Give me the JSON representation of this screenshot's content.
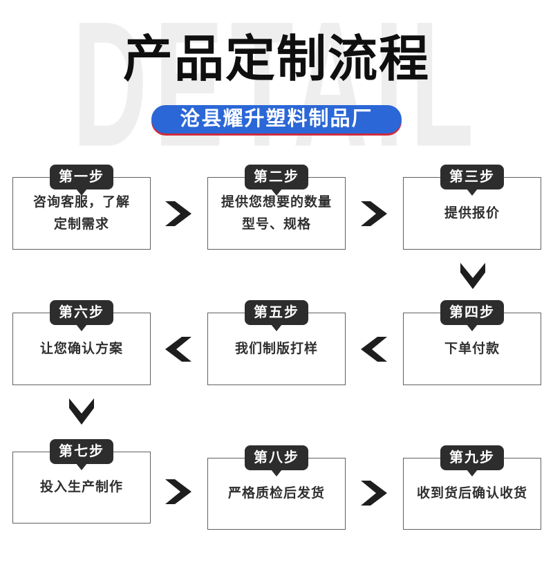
{
  "header": {
    "watermark": "DETAIL",
    "title": "产品定制流程",
    "factory_name": "沧县耀升塑料制品厂"
  },
  "colors": {
    "accent_blue": "#2b67d6",
    "accent_red": "#cf2b3c",
    "badge_dark": "#2d2d2d",
    "arrow_dark": "#1e1e1e",
    "box_border": "#5f5f5f",
    "box_text": "#2f2f2f",
    "title_black": "#0f0f0f",
    "watermark_gray": "#eeeeee"
  },
  "icons": {
    "arrow_right": "chevron-right",
    "arrow_left": "chevron-left",
    "arrow_down": "chevron-down"
  },
  "steps": [
    {
      "badge": "第一步",
      "lines": [
        "咨询客服，了解",
        "定制需求"
      ]
    },
    {
      "badge": "第二步",
      "lines": [
        "提供您想要的数量",
        "型号、规格"
      ]
    },
    {
      "badge": "第三步",
      "lines": [
        "提供报价"
      ]
    },
    {
      "badge": "第四步",
      "lines": [
        "下单付款"
      ]
    },
    {
      "badge": "第五步",
      "lines": [
        "我们制版打样"
      ]
    },
    {
      "badge": "第六步",
      "lines": [
        "让您确认方案"
      ]
    },
    {
      "badge": "第七步",
      "lines": [
        "投入生产制作"
      ]
    },
    {
      "badge": "第八步",
      "lines": [
        "严格质检后发货"
      ]
    },
    {
      "badge": "第九步",
      "lines": [
        "收到货后确认收货"
      ]
    }
  ]
}
